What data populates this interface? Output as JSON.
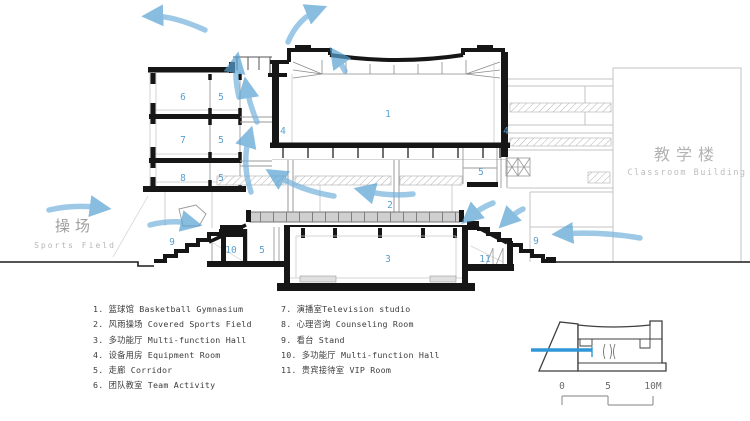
{
  "area_labels": {
    "sports_field": {
      "zh": "操场",
      "en": "Sports Field"
    },
    "classroom": {
      "zh": "教学楼",
      "en": "Classroom Building"
    }
  },
  "rooms": {
    "basketball_gym": "1",
    "covered_sports_field": "2",
    "multifunction_hall": "3",
    "equipment_room": "4",
    "corridor": "5",
    "team_activity": "6",
    "tv_studio": "7",
    "counseling_room": "8",
    "stand": "9",
    "multifunction_hall_b1": "10",
    "vip_room": "11"
  },
  "legend": {
    "col1": [
      "1. 篮球馆 Basketball Gymnasium",
      "2. 风雨操场 Covered Sports Field",
      "3. 多功能厅 Multi-function Hall",
      "4. 设备用房 Equipment Room",
      "5. 走廊 Corridor",
      "6. 团队教室 Team Activity"
    ],
    "col2": [
      "7. 演播室Television studio",
      "8. 心理咨询 Counseling Room",
      "9. 看台 Stand",
      "10. 多功能厅 Multi-function Hall",
      "11. 贵宾接待室 VIP Room"
    ]
  },
  "scale_bar": {
    "t0": "0",
    "t5": "5",
    "t10": "10M"
  },
  "colors": {
    "airflow_arrow": "#74b3de",
    "room_label": "#5b9fd0",
    "section_cut_line": "#2f97d8",
    "cut_black": "#161616",
    "elevation_gray": "#c3c3c3"
  }
}
